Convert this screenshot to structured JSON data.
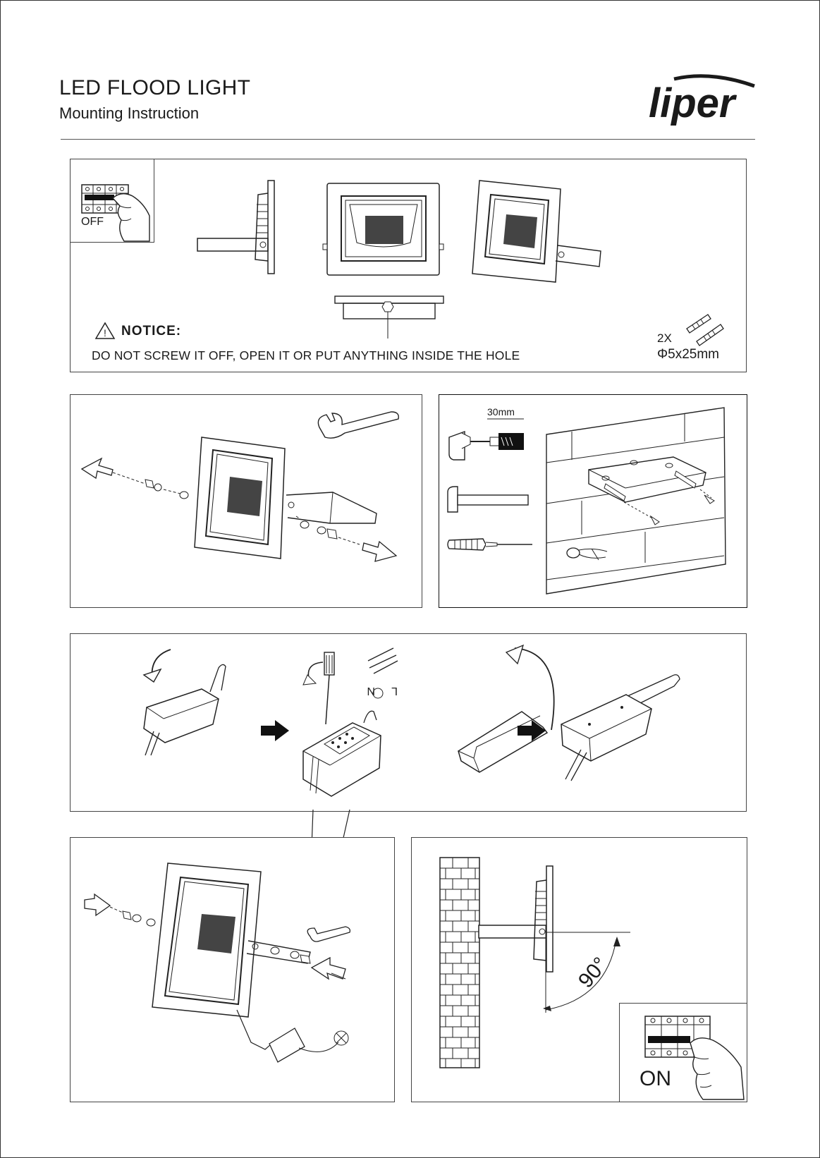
{
  "header": {
    "title": "LED FLOOD LIGHT",
    "subtitle": "Mounting Instruction",
    "brand": "liper"
  },
  "step1": {
    "switch_state": "OFF",
    "notice_label": "NOTICE:",
    "notice_text": "DO NOT SCREW IT OFF, OPEN IT OR PUT ANYTHING INSIDE THE HOLE",
    "anchor_qty": "2X",
    "anchor_size": "Φ5x25mm"
  },
  "step3": {
    "drill_depth": "30mm"
  },
  "step4": {
    "terminal_n": "N",
    "terminal_l": "L"
  },
  "step6": {
    "angle_label": "90°",
    "switch_state": "ON"
  },
  "colors": {
    "line": "#222222",
    "fill_dark": "#111111"
  }
}
